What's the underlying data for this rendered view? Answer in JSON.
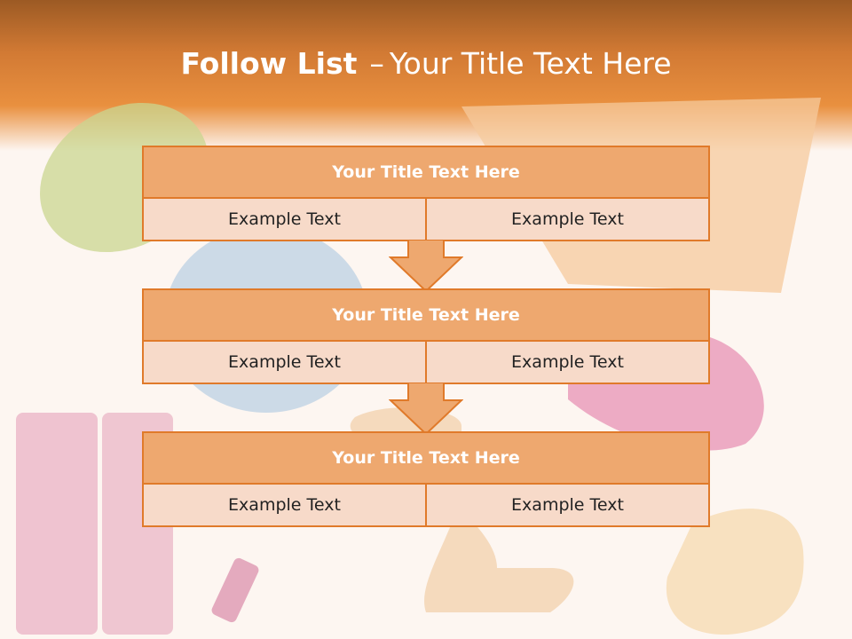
{
  "slide": {
    "title_bold": "Follow List",
    "title_sep": "–",
    "title_rest": "Your Title Text Here"
  },
  "blocks": [
    {
      "title": "Your Title Text Here",
      "cells": [
        "Example Text",
        "Example Text"
      ]
    },
    {
      "title": "Your Title Text Here",
      "cells": [
        "Example Text",
        "Example Text"
      ]
    },
    {
      "title": "Your Title Text Here",
      "cells": [
        "Example Text",
        "Example Text"
      ]
    }
  ],
  "colors": {
    "accent": "#e07a2a",
    "header_fill": "#eea86f",
    "cell_fill": "#f7dac9",
    "title_band": "#e9903f"
  }
}
